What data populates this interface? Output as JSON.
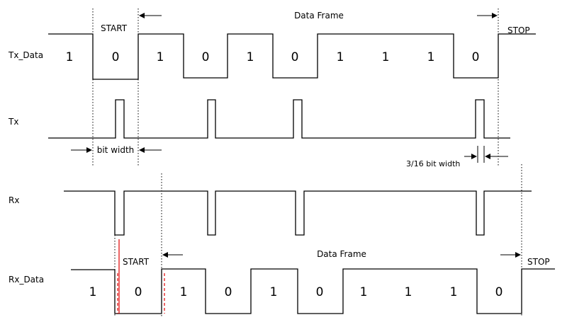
{
  "signals": {
    "tx_data": "Tx_Data",
    "tx": "Tx",
    "rx": "Rx",
    "rx_data": "Rx_Data"
  },
  "tx_frame": {
    "bits": [
      "1",
      "0",
      "1",
      "0",
      "1",
      "0",
      "1",
      "1",
      "1",
      "0"
    ],
    "start_label": "START",
    "stop_label": "STOP",
    "frame_label": "Data Frame"
  },
  "rx_frame": {
    "bits": [
      "1",
      "0",
      "1",
      "0",
      "1",
      "0",
      "1",
      "1",
      "1",
      "0"
    ],
    "start_label": "START",
    "stop_label": "STOP",
    "frame_label": "Data Frame"
  },
  "annotations": {
    "bit_width": "bit width",
    "pulse_width": "3/16 bit width"
  }
}
